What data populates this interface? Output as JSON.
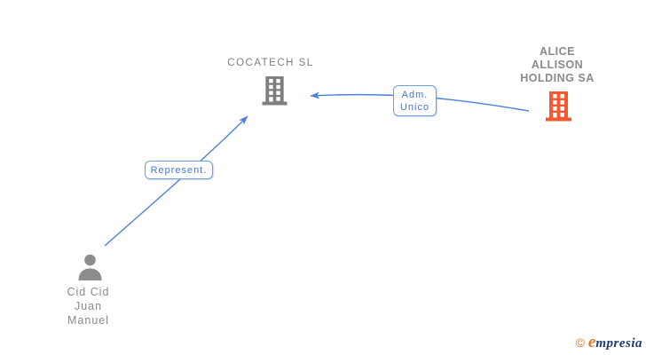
{
  "diagram": {
    "nodes": {
      "cocatech": {
        "label": "COCATECH SL",
        "type": "company"
      },
      "alice": {
        "lines": [
          "ALICE",
          "ALLISON",
          "HOLDING SA"
        ],
        "type": "company"
      },
      "person": {
        "lines": [
          "Cid Cid",
          "Juan",
          "Manuel"
        ],
        "type": "person"
      }
    },
    "edges": [
      {
        "id": "adm-unico",
        "lines": [
          "Adm.",
          "Unico"
        ],
        "source": "ALICE ALLISON HOLDING SA",
        "target": "COCATECH SL"
      },
      {
        "id": "represent",
        "lines": [
          "Represent."
        ],
        "source": "Cid Cid Juan Manuel",
        "target": "COCATECH SL"
      }
    ]
  },
  "watermark": {
    "copyright_symbol": "©",
    "brand_initial": "e",
    "brand_rest": "mpresia"
  },
  "colors": {
    "edge_blue": "#4E80D8",
    "edge_label_text": "#4678CC",
    "edge_label_border": "#6FA0DE",
    "company_gray": "#7F7F7F",
    "bold_label_gray": "#8A8A8A",
    "company_orange": "#F4592F",
    "logo_orange": "#E8791E",
    "logo_navy": "#1E3A6E"
  }
}
